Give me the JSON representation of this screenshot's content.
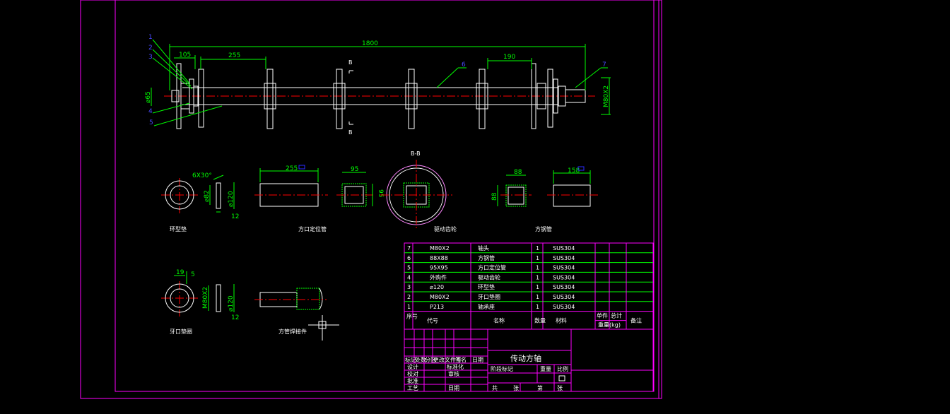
{
  "colors": {
    "background": "#000000",
    "border": "#ff00ff",
    "outline": "#ffffff",
    "dimension": "#00ff00",
    "centerline": "#ff0000",
    "balloon": "#0000ff",
    "title_text": "#ffffff"
  },
  "main_view": {
    "dimensions": {
      "overall_length": "1800",
      "left_offset": "105",
      "first_spacing": "255",
      "right_spacing": "190",
      "diameter": "⌀65",
      "thread": "M80X2"
    },
    "section_marks": [
      "B",
      "B"
    ],
    "balloons": [
      "1",
      "2",
      "3",
      "4",
      "5",
      "6",
      "7"
    ]
  },
  "detail_views": [
    {
      "caption": "环型垫",
      "dims": {
        "chamfer": "6X30°",
        "inner": "⌀82",
        "outer": "⌀120",
        "thickness": "12"
      }
    },
    {
      "caption": "方口定位管",
      "dims": {
        "length": "255"
      }
    },
    {
      "caption": "",
      "dims": {
        "width": "95",
        "height": "95"
      }
    },
    {
      "caption": "驱动齿轮",
      "section_title": "B-B"
    },
    {
      "caption": "方钢管",
      "dims": {
        "width": "88",
        "height": "88",
        "length": "158"
      }
    },
    {
      "caption": "牙口垫圈",
      "dims": {
        "dim1": "19",
        "dim2": "5",
        "thread": "M80X2",
        "outer": "⌀120",
        "thickness": "12"
      }
    },
    {
      "caption": "方管焊接件"
    }
  ],
  "parts_list": {
    "rows": [
      {
        "no": "7",
        "code": "M80X2",
        "name": "轴头",
        "qty": "1",
        "material": "SUS304"
      },
      {
        "no": "6",
        "code": "88X88",
        "name": "方钢管",
        "qty": "1",
        "material": "SUS304"
      },
      {
        "no": "5",
        "code": "95X95",
        "name": "方口定位管",
        "qty": "1",
        "material": "SUS304"
      },
      {
        "no": "4",
        "code": "外购件",
        "name": "驱动齿轮",
        "qty": "1",
        "material": "SUS304"
      },
      {
        "no": "3",
        "code": "⌀120",
        "name": "环型垫",
        "qty": "1",
        "material": "SUS304"
      },
      {
        "no": "2",
        "code": "M80X2",
        "name": "牙口垫圈",
        "qty": "1",
        "material": "SUS304"
      },
      {
        "no": "1",
        "code": "P213",
        "name": "轴承座",
        "qty": "1",
        "material": "SUS304"
      }
    ],
    "header": {
      "no": "序号",
      "code": "代号",
      "name": "名称",
      "qty": "数量",
      "material": "材料",
      "single": "单件",
      "total": "总计",
      "weight": "重量(kg)",
      "note": "备注"
    }
  },
  "title_block": {
    "title": "传动方轴",
    "labels": {
      "mark": "标记",
      "count": "处数",
      "zone": "分区",
      "change_doc": "更改文件号",
      "sign": "签名",
      "date": "日期",
      "design": "设计",
      "standardize": "标准化",
      "check": "校对",
      "process": "工艺",
      "review": "审核",
      "approve": "批准",
      "stage_mark": "阶段标记",
      "weight": "重量",
      "scale": "比例",
      "total_sheets": "共",
      "sheet_word": "张",
      "sheet_no": "第",
      "date2": "日期"
    }
  }
}
